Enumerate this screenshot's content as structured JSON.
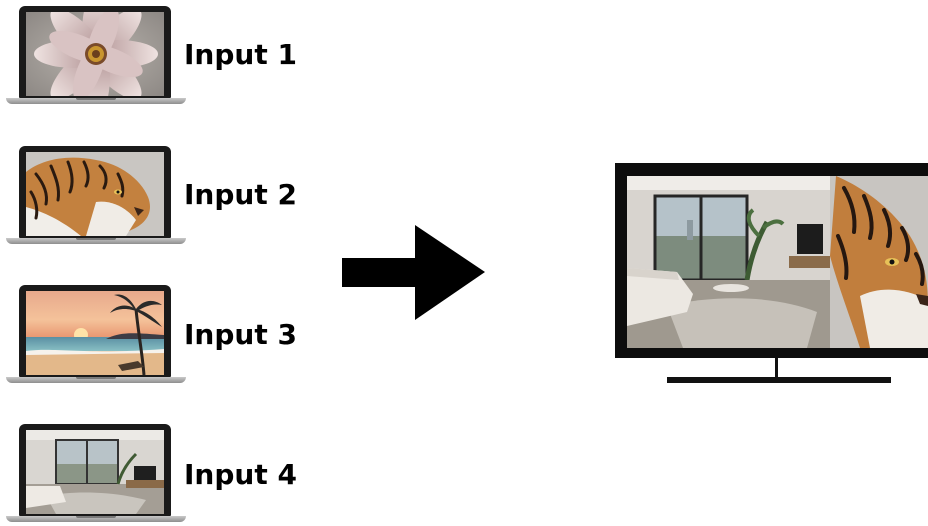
{
  "inputs": [
    {
      "label": "Input 1",
      "image": "flower"
    },
    {
      "label": "Input 2",
      "image": "tiger"
    },
    {
      "label": "Input 3",
      "image": "beach-sunset"
    },
    {
      "label": "Input 4",
      "image": "living-room"
    }
  ],
  "arrow": {
    "icon": "right-arrow-icon",
    "color": "#000000"
  },
  "output": {
    "device": "monitor",
    "layout": "split-screen",
    "panes": [
      "living-room",
      "tiger"
    ]
  }
}
